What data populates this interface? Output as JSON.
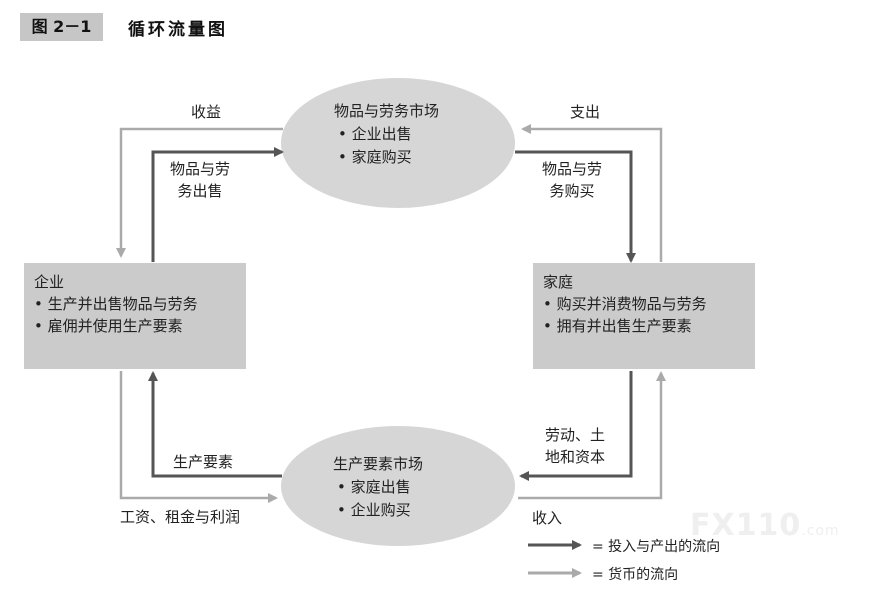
{
  "figure": {
    "tag": "图 2－1",
    "title": "循环流量图"
  },
  "nodes": {
    "product_market": {
      "title": "物品与劳务市场",
      "items": [
        "企业出售",
        "家庭购买"
      ]
    },
    "factor_market": {
      "title": "生产要素市场",
      "items": [
        "家庭出售",
        "企业购买"
      ]
    },
    "firms": {
      "title": "企业",
      "items": [
        "生产并出售物品与劳务",
        "雇佣并使用生产要素"
      ]
    },
    "households": {
      "title": "家庭",
      "items": [
        "购买并消费物品与劳务",
        "拥有并出售生产要素"
      ]
    }
  },
  "flow_labels": {
    "revenue": "收益",
    "spending": "支出",
    "goods_sold_line1": "物品与劳",
    "goods_sold_line2": "务出售",
    "goods_bought_line1": "物品与劳",
    "goods_bought_line2": "务购买",
    "factors_of_production": "生产要素",
    "labor_land_capital_line1": "劳动、土",
    "labor_land_capital_line2": "地和资本",
    "wages_rent_profit": "工资、租金与利润",
    "income": "收入"
  },
  "legend": {
    "real_flow": "= 投入与产出的流向",
    "money_flow": "= 货币的流向"
  },
  "colors": {
    "real_flow": "#555555",
    "money_flow": "#aaaaaa",
    "box_fill": "#cbcbcb",
    "ellipse_fill": "#d6d6d6"
  },
  "watermark": {
    "main": "FX110",
    "suffix": ".com"
  }
}
